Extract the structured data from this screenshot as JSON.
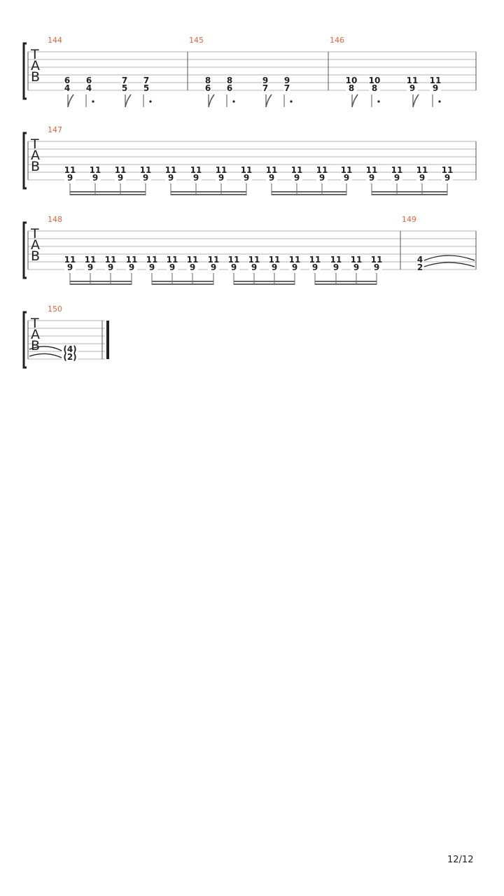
{
  "clef": {
    "letters": [
      "T",
      "A",
      "B"
    ]
  },
  "colors": {
    "measure_number": "#e8633a",
    "line": "#b5b5b5",
    "ink": "#222222",
    "barline": "#555555"
  },
  "systems": [
    {
      "measures": [
        {
          "number": "144",
          "rhythm": "eighth-dotted",
          "notes": [
            [
              "6",
              "4"
            ],
            [
              "6",
              "4"
            ],
            [
              "7",
              "5"
            ],
            [
              "7",
              "5"
            ]
          ]
        },
        {
          "number": "145",
          "rhythm": "eighth-dotted",
          "notes": [
            [
              "8",
              "6"
            ],
            [
              "8",
              "6"
            ],
            [
              "9",
              "7"
            ],
            [
              "9",
              "7"
            ]
          ]
        },
        {
          "number": "146",
          "rhythm": "eighth-dotted",
          "notes": [
            [
              "10",
              "8"
            ],
            [
              "10",
              "8"
            ],
            [
              "11",
              "9"
            ],
            [
              "11",
              "9"
            ]
          ]
        }
      ]
    },
    {
      "measures": [
        {
          "number": "147",
          "rhythm": "sixteenths",
          "notes": [
            [
              "11",
              "9"
            ],
            [
              "11",
              "9"
            ],
            [
              "11",
              "9"
            ],
            [
              "11",
              "9"
            ],
            [
              "11",
              "9"
            ],
            [
              "11",
              "9"
            ],
            [
              "11",
              "9"
            ],
            [
              "11",
              "9"
            ],
            [
              "11",
              "9"
            ],
            [
              "11",
              "9"
            ],
            [
              "11",
              "9"
            ],
            [
              "11",
              "9"
            ],
            [
              "11",
              "9"
            ],
            [
              "11",
              "9"
            ],
            [
              "11",
              "9"
            ],
            [
              "11",
              "9"
            ]
          ]
        }
      ]
    },
    {
      "measures": [
        {
          "number": "148",
          "rhythm": "sixteenths",
          "notes": [
            [
              "11",
              "9"
            ],
            [
              "11",
              "9"
            ],
            [
              "11",
              "9"
            ],
            [
              "11",
              "9"
            ],
            [
              "11",
              "9"
            ],
            [
              "11",
              "9"
            ],
            [
              "11",
              "9"
            ],
            [
              "11",
              "9"
            ],
            [
              "11",
              "9"
            ],
            [
              "11",
              "9"
            ],
            [
              "11",
              "9"
            ],
            [
              "11",
              "9"
            ],
            [
              "11",
              "9"
            ],
            [
              "11",
              "9"
            ],
            [
              "11",
              "9"
            ],
            [
              "11",
              "9"
            ]
          ]
        },
        {
          "number": "149",
          "rhythm": "tied-whole",
          "notes": [
            [
              "4",
              "2"
            ]
          ]
        }
      ]
    },
    {
      "measures": [
        {
          "number": "150",
          "rhythm": "tied-end",
          "notes": [
            [
              "(4)",
              "(2)"
            ]
          ]
        }
      ]
    }
  ],
  "page_number": "12/12"
}
